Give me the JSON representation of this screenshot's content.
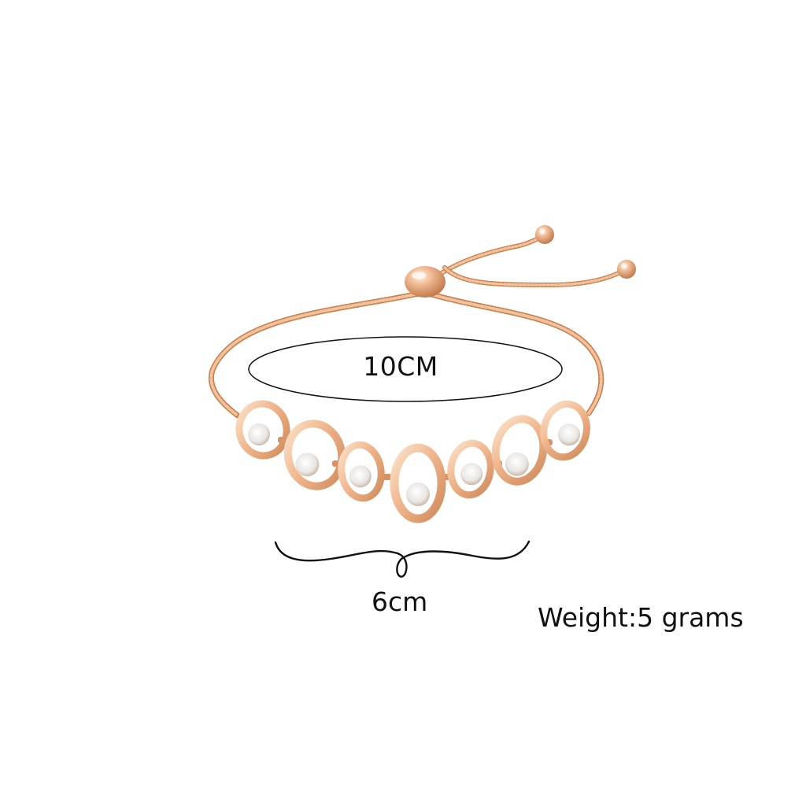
{
  "product": {
    "name": "rose gold adjustable slider bracelet",
    "links_count": 7,
    "colors": {
      "background": "#ffffff",
      "metal_light": "#f9d9bd",
      "metal_mid": "#eeb288",
      "metal_dark": "#c67f4f",
      "crystal": "#eeecea",
      "annotation_ink": "#111111"
    }
  },
  "annotations": {
    "length_label": "10CM",
    "width_label": "6cm",
    "weight_label": "Weight:5 grams"
  }
}
